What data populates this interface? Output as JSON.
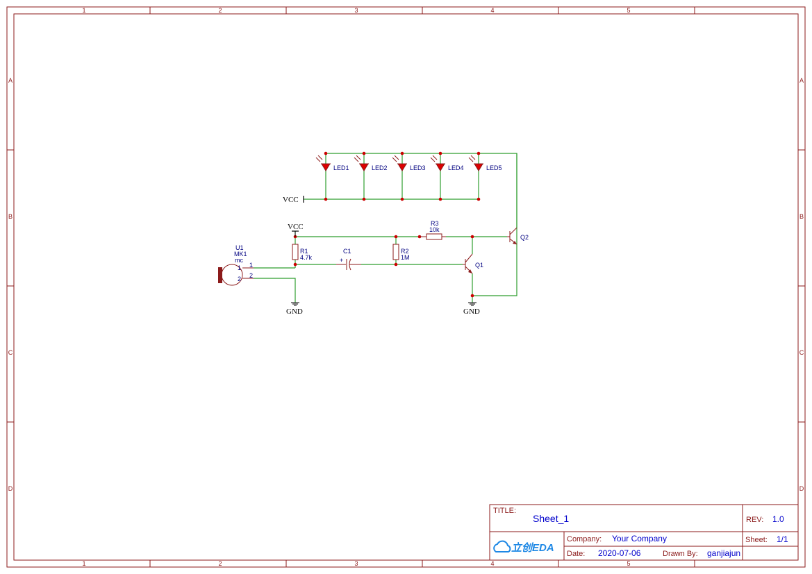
{
  "frame": {
    "cols": [
      "1",
      "2",
      "3",
      "4",
      "5"
    ],
    "rows": [
      "A",
      "B",
      "C",
      "D"
    ]
  },
  "components": {
    "leds": [
      "LED1",
      "LED2",
      "LED3",
      "LED4",
      "LED5"
    ],
    "r1": {
      "ref": "R1",
      "value": "4.7k"
    },
    "r2": {
      "ref": "R2",
      "value": "1M"
    },
    "r3": {
      "ref": "R3",
      "value": "10k"
    },
    "c1": {
      "ref": "C1"
    },
    "q1": {
      "ref": "Q1"
    },
    "q2": {
      "ref": "Q2"
    },
    "u1": {
      "ref": "U1",
      "part": "MK1",
      "value": "mc",
      "pin1": "1",
      "pin2": "2"
    }
  },
  "nets": {
    "vcc_top": "VCC",
    "vcc_mid": "VCC",
    "gnd_left": "GND",
    "gnd_right": "GND"
  },
  "title_block": {
    "title_label": "TITLE:",
    "title": "Sheet_1",
    "rev_label": "REV:",
    "rev": "1.0",
    "company_label": "Company:",
    "company": "Your Company",
    "sheet_label": "Sheet:",
    "sheet": "1/1",
    "date_label": "Date:",
    "date": "2020-07-06",
    "drawn_label": "Drawn By:",
    "drawn_by": "ganjiajun",
    "logo_text": "立创EDA"
  },
  "colors": {
    "frame": "#8b1a1a",
    "wire": "#2e9e2e",
    "junction": "#cc0000",
    "led_fill": "#dd0000",
    "label": "#000080",
    "title_value": "#0000cc"
  }
}
